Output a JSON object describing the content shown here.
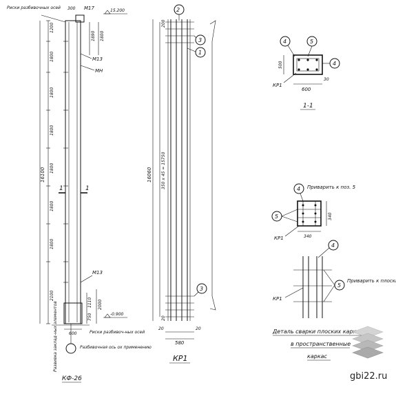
{
  "column": {
    "label_top_risks": "Риски разбивочных осей",
    "mark_m17": "М17",
    "level_top": "15.200",
    "dim_300": "300",
    "dim_1200": "1200",
    "dim_1800_a": "1800",
    "dim_1800_b": "1800",
    "dim_1800_c": "1800",
    "dim_1800_d": "1800",
    "dim_1800_e": "1800",
    "dim_1800_f": "1800",
    "dim_2100": "2100",
    "dim_total": "16100",
    "dim_1890": "1890",
    "dim_1800_r": "1800",
    "mark_m13_top": "М13",
    "mark_mn": "МН",
    "section_mark_left": "1",
    "section_mark_right": "1",
    "mark_m13_bottom": "М13",
    "dim_1110": "1110",
    "dim_750": "750",
    "dim_2000": "2000",
    "level_bottom": "-0.900",
    "dim_600": "600",
    "label_bottom_risks": "Риски разбивоч-ных осей",
    "label_depth_line": "Разбивочная ось ох применению",
    "label_embedded": "Развивка заклад-ных элементов",
    "title": "КФ-26"
  },
  "frame": {
    "mark_2": "2",
    "mark_3_top": "3",
    "mark_1": "1",
    "mark_3_bottom": "3",
    "dim_total": "16060",
    "dim_pitch": "350 х 45 = 15750",
    "dim_top": "200",
    "dim_bottom": "20",
    "dim_580": "580",
    "dim_20_l": "20",
    "dim_20_r": "20",
    "title": "КР1"
  },
  "section": {
    "mark_4a": "4",
    "mark_5": "5",
    "mark_4b": "4",
    "dim_500": "500",
    "dim_30": "30",
    "dim_600": "600",
    "label_kp1": "КР1",
    "title": "1-1"
  },
  "detail_top": {
    "mark_4": "4",
    "note": "Приварить к поз. 5",
    "mark_5": "5",
    "dim_340v": "340",
    "dim_340h": "340",
    "label_kp1": "КР1"
  },
  "detail_bottom": {
    "mark_4": "4",
    "mark_5": "5",
    "note": "Приварить к плоским каркасам",
    "label_kp1": "КР1"
  },
  "caption": {
    "line1": "Деталь сварки плоских каркасов",
    "line2": "в пространственные",
    "line3": "каркас"
  },
  "watermark": {
    "text": "gbi22.ru"
  }
}
